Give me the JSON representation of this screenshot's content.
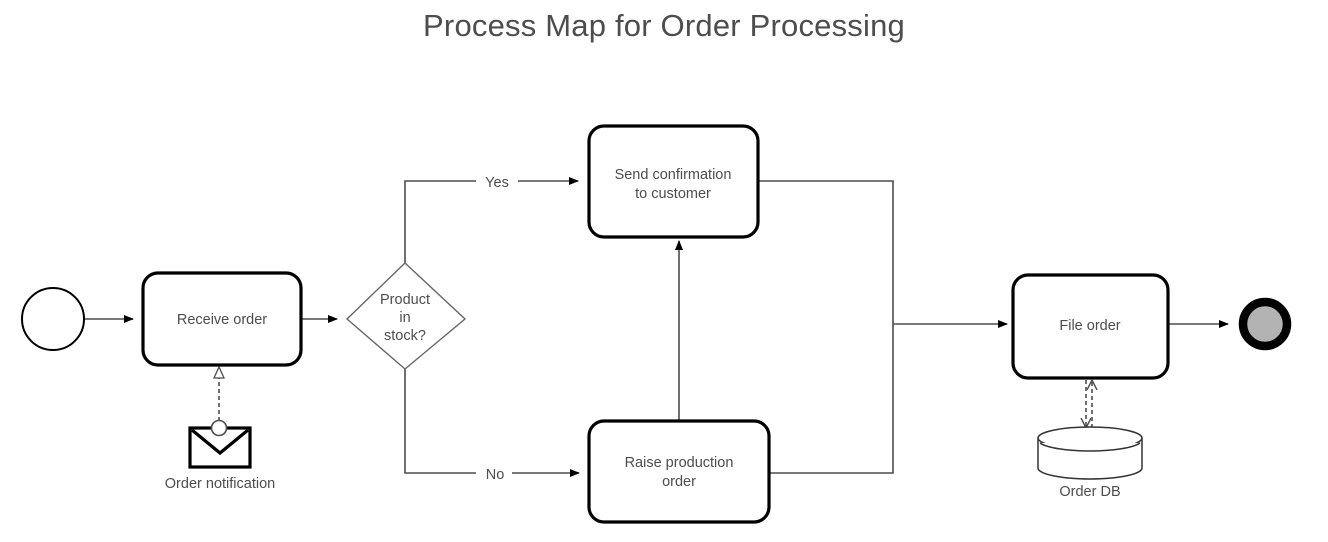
{
  "page": {
    "title": "Process Map for Order Processing",
    "background_color": "#ffffff",
    "text_color": "#4d4d4d",
    "stroke_color": "#000000"
  },
  "diagram": {
    "type": "flowchart",
    "notation": "BPMN-style process map",
    "nodes": [
      {
        "id": "start",
        "kind": "start-event",
        "label": "",
        "shape": "circle",
        "fill": "#ffffff",
        "stroke": "#000000"
      },
      {
        "id": "receive_order",
        "kind": "task",
        "label": "Receive order",
        "shape": "rounded-rectangle"
      },
      {
        "id": "product_in_stock",
        "kind": "gateway",
        "label": "Product in stock?",
        "label_lines": [
          "Product",
          "in",
          "stock?"
        ],
        "shape": "diamond"
      },
      {
        "id": "send_confirmation",
        "kind": "task",
        "label": "Send confirmation to customer",
        "label_lines": [
          "Send confirmation",
          "to customer"
        ],
        "shape": "rounded-rectangle"
      },
      {
        "id": "raise_production_order",
        "kind": "task",
        "label": "Raise production order",
        "label_lines": [
          "Raise production",
          "order"
        ],
        "shape": "rounded-rectangle"
      },
      {
        "id": "file_order",
        "kind": "task",
        "label": "File order",
        "shape": "rounded-rectangle"
      },
      {
        "id": "end",
        "kind": "end-event",
        "label": "",
        "shape": "circle",
        "fill": "#b3b3b3",
        "stroke": "#000000"
      },
      {
        "id": "order_notification",
        "kind": "message-artifact",
        "label": "Order notification",
        "shape": "envelope"
      },
      {
        "id": "order_db",
        "kind": "data-store",
        "label": "Order DB",
        "shape": "cylinder"
      }
    ],
    "edges": [
      {
        "from": "start",
        "to": "receive_order",
        "label": "",
        "style": "solid"
      },
      {
        "from": "receive_order",
        "to": "product_in_stock",
        "label": "",
        "style": "solid"
      },
      {
        "from": "product_in_stock",
        "to": "send_confirmation",
        "label": "Yes",
        "style": "solid"
      },
      {
        "from": "product_in_stock",
        "to": "raise_production_order",
        "label": "No",
        "style": "solid"
      },
      {
        "from": "raise_production_order",
        "to": "send_confirmation",
        "label": "",
        "style": "solid"
      },
      {
        "from": "send_confirmation",
        "to": "file_order",
        "label": "",
        "style": "solid"
      },
      {
        "from": "raise_production_order",
        "to": "file_order",
        "label": "",
        "style": "solid"
      },
      {
        "from": "file_order",
        "to": "end",
        "label": "",
        "style": "solid"
      },
      {
        "from": "order_notification",
        "to": "receive_order",
        "label": "",
        "style": "dashed-association"
      },
      {
        "from": "file_order",
        "to": "order_db",
        "label": "",
        "style": "dashed-association-bidirectional"
      }
    ],
    "labels": {
      "yes": "Yes",
      "no": "No",
      "receive_order": "Receive order",
      "gateway_line1": "Product",
      "gateway_line2": "in",
      "gateway_line3": "stock?",
      "send_confirmation_line1": "Send confirmation",
      "send_confirmation_line2": "to customer",
      "raise_production_line1": "Raise production",
      "raise_production_line2": "order",
      "file_order": "File order",
      "order_notification": "Order notification",
      "order_db": "Order DB"
    }
  }
}
